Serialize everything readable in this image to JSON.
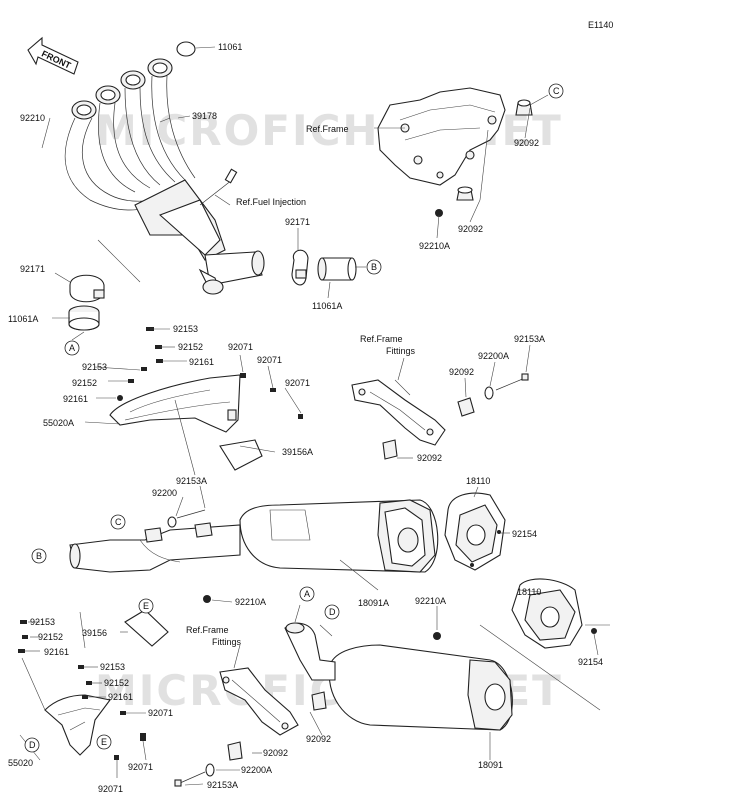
{
  "diagram": {
    "code": "E1140",
    "front_label": "FRONT",
    "watermark": "MICROFICHAS.NET",
    "ref_labels": {
      "frame": "Ref.Frame",
      "fuel_injection": "Ref.Fuel Injection",
      "frame_fittings_1a": "Ref.Frame",
      "frame_fittings_1b": "Fittings",
      "frame_fittings_2a": "Ref.Frame",
      "frame_fittings_2b": "Fittings"
    },
    "callouts": {
      "c1": "C",
      "b1": "B",
      "a1": "A",
      "c2": "C",
      "b2": "B",
      "e1": "E",
      "a2": "A",
      "d1": "D",
      "d2": "D",
      "e2": "E"
    },
    "parts": {
      "p11061_top": "11061",
      "p92210_top": "92210",
      "p39178": "39178",
      "p92092_c": "92092",
      "p92092_b": "92092",
      "p92210a_top": "92210A",
      "p92171_a": "92171",
      "p92171_b": "92171",
      "p11061a_a": "11061A",
      "p11061a_b": "11061A",
      "p92153_1": "92153",
      "p92152_1": "92152",
      "p92071_1": "92071",
      "p92153_2": "92153",
      "p92071_2": "92071",
      "p92161_1": "92161",
      "p92152_2": "92152",
      "p92071_3": "92071",
      "p92161_2": "92161",
      "p55020a": "55020A",
      "p39156a": "39156A",
      "p92153a_1": "92153A",
      "p92200_1": "92200",
      "p92153a_2": "92153A",
      "p92200a_1": "92200A",
      "p92092_m": "92092",
      "p92092_m2": "92092",
      "p18110_1": "18110",
      "p92154_1": "92154",
      "p92210a_mid": "92210A",
      "p18091a": "18091A",
      "p18110_2": "18110",
      "p92154_2": "92154",
      "p92210a_low": "92210A",
      "p92153_3": "92153",
      "p92152_3": "92152",
      "p39156": "39156",
      "p92161_3": "92161",
      "p92153_4": "92153",
      "p92152_4": "92152",
      "p92161_4": "92161",
      "p92071_4": "92071",
      "p55020": "55020",
      "p92071_5": "92071",
      "p92071_6": "92071",
      "p92092_low": "92092",
      "p92092_low2": "92092",
      "p92200a_2": "92200A",
      "p92153a_3": "92153A",
      "p18091": "18091"
    }
  }
}
